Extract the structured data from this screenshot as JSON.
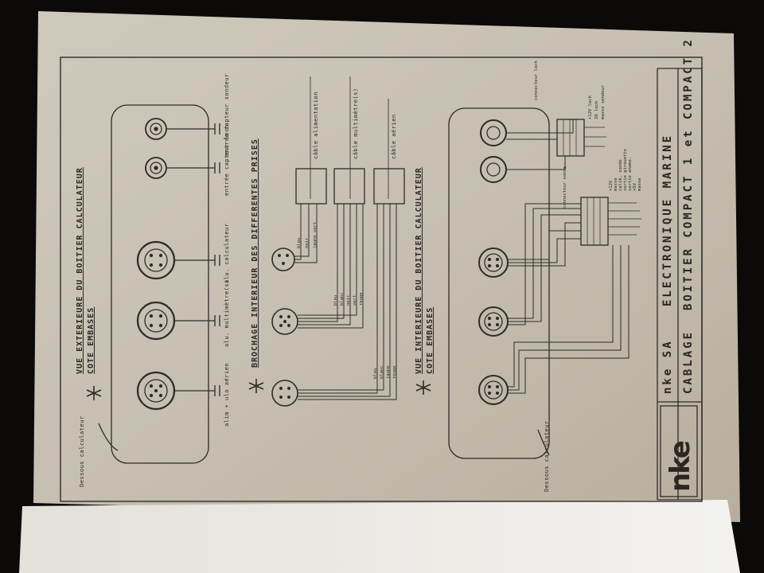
{
  "titleblock": {
    "logo": "nke",
    "company": "nke SA",
    "division": "ELECTRONIQUE MARINE",
    "subject": "CABLAGE",
    "title": "BOITIER COMPACT 1 et COMPACT 2"
  },
  "section_exterior": {
    "heading_line1": "VUE EXTERIEURE DU BOITIER CALCULATEUR",
    "heading_line2": "COTE EMBASES",
    "base_label": "Dessous calculateur",
    "connector_labels": [
      "alim + ulo aérien",
      "alu. multimètre(s)",
      "alu. calculateur",
      "entrée capteur loch",
      "entrée capteur sondeur"
    ]
  },
  "section_pinout": {
    "heading": "BROCHAGE INTERIEUR DES DIFFERENTES PRISES",
    "cable_labels": [
      "câble alimentation",
      "câble multimètre(s)",
      "câble aérien"
    ],
    "wires_alim": [
      "bleu",
      "noir",
      "jaune vert"
    ],
    "wires_multi": [
      "bleu",
      "blanc",
      "noir",
      "vert",
      "rouge"
    ],
    "wires_aerien": [
      "bleu",
      "blanc",
      "jaune",
      "rouge"
    ]
  },
  "section_interior": {
    "heading_line1": "VUE INTERIEURE DU BOITIER CALCULATEUR",
    "heading_line2": "COTE EMBASES",
    "base_label": "Dessous calculateur",
    "terminal_labels_top": [
      "connecteur loch",
      "+12V loch",
      "IN loch",
      "masse sondeur"
    ],
    "terminal_labels_mid": [
      "connecteur sonde",
      "+12V",
      "masse",
      "calib. sonde",
      "sortie girouette",
      "sortie anemo.",
      "+5V",
      "masse"
    ]
  }
}
